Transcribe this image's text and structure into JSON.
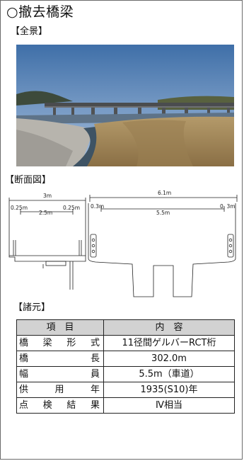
{
  "title": "○撤去橋梁",
  "sections": {
    "overview": "【全景】",
    "cross_section": "【断面図】",
    "specs": "【諸元】"
  },
  "drawing": {
    "left_total": "3m",
    "left_side_a": "0.25m",
    "left_center": "2.5m",
    "left_side_b": "0.25m",
    "right_total": "6.1m",
    "right_side_a": "0.3m",
    "right_center": "5.5m",
    "right_side_b": "0. 3m"
  },
  "table": {
    "headers": {
      "item": "項　目",
      "content": "内　容"
    },
    "rows": [
      {
        "key_chars": [
          "橋",
          "梁",
          "形",
          "式"
        ],
        "value": "11径間ゲルバーRCT桁"
      },
      {
        "key_chars": [
          "橋",
          "長"
        ],
        "value": "302.0m"
      },
      {
        "key_chars": [
          "幅",
          "員"
        ],
        "value": "5.5m（車道）"
      },
      {
        "key_chars": [
          "供",
          "用",
          "年"
        ],
        "value": "1935(S10)年"
      },
      {
        "key_chars": [
          "点",
          "検",
          "結",
          "果"
        ],
        "value": "Ⅳ相当"
      }
    ]
  }
}
